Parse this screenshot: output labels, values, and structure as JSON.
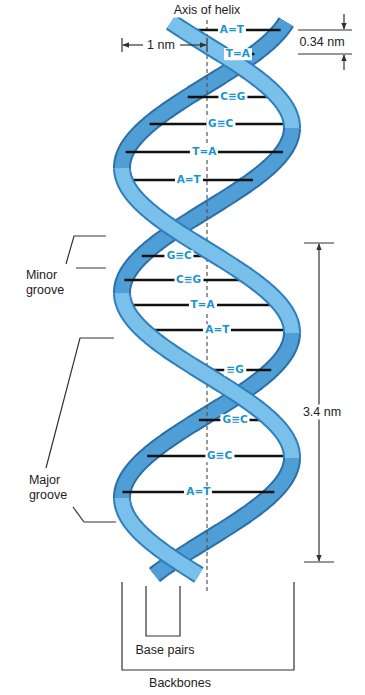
{
  "diagram": {
    "labels": [
      "Axis of helix",
      "0.34 nm",
      "1 nm",
      "A=T",
      "T=A",
      "C≡G",
      "G≡C",
      "T=A",
      "A=T",
      "G≡C",
      "C≡G",
      "T=A",
      "A=T",
      "≡G",
      "G≡C",
      "G≡C",
      "A=T",
      "Minor groove",
      "3.4 nm",
      "Major groove",
      "Base pairs",
      "Backbones"
    ]
  }
}
